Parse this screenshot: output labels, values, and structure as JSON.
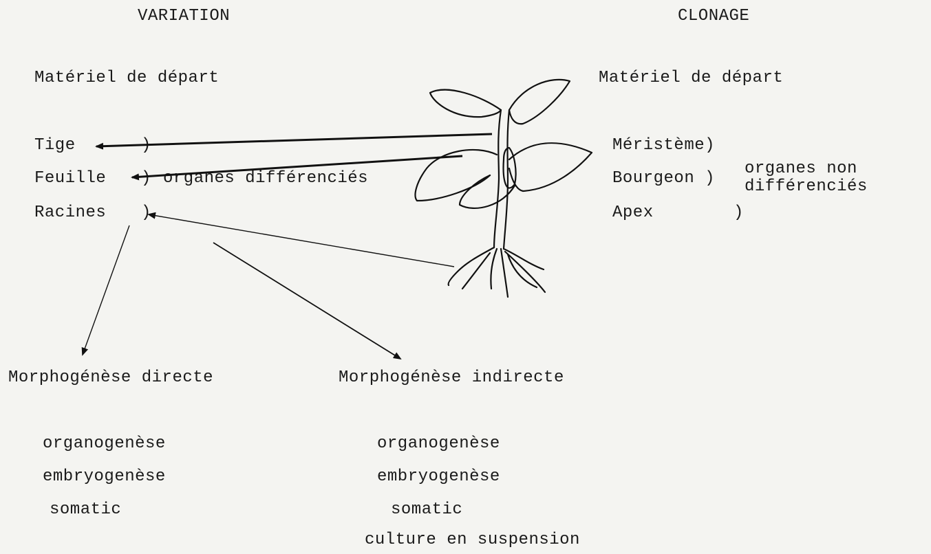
{
  "left": {
    "title": "VARIATION",
    "material_heading": "Matériel de départ",
    "organs": [
      "Tige",
      "Feuille",
      "Racines"
    ],
    "parens": [
      ")",
      ")",
      ")"
    ],
    "group_label": "organes différenciés"
  },
  "right": {
    "title": "CLONAGE",
    "material_heading": "Matériel de départ",
    "organs": [
      "Méristème)",
      "Bourgeon )",
      "Apex"
    ],
    "paren_apex": ")",
    "group_label_line1": "organes non",
    "group_label_line2": "différenciés"
  },
  "outcomes": {
    "direct": {
      "title": "Morphogénèse directe",
      "items": [
        "organogenèse",
        "embryogenèse",
        "somatic"
      ]
    },
    "indirect": {
      "title": "Morphogénèse indirecte",
      "items": [
        "organogenèse",
        "embryogenèse",
        "somatic",
        "culture en suspension"
      ]
    }
  },
  "illustration": "plant-drawing"
}
